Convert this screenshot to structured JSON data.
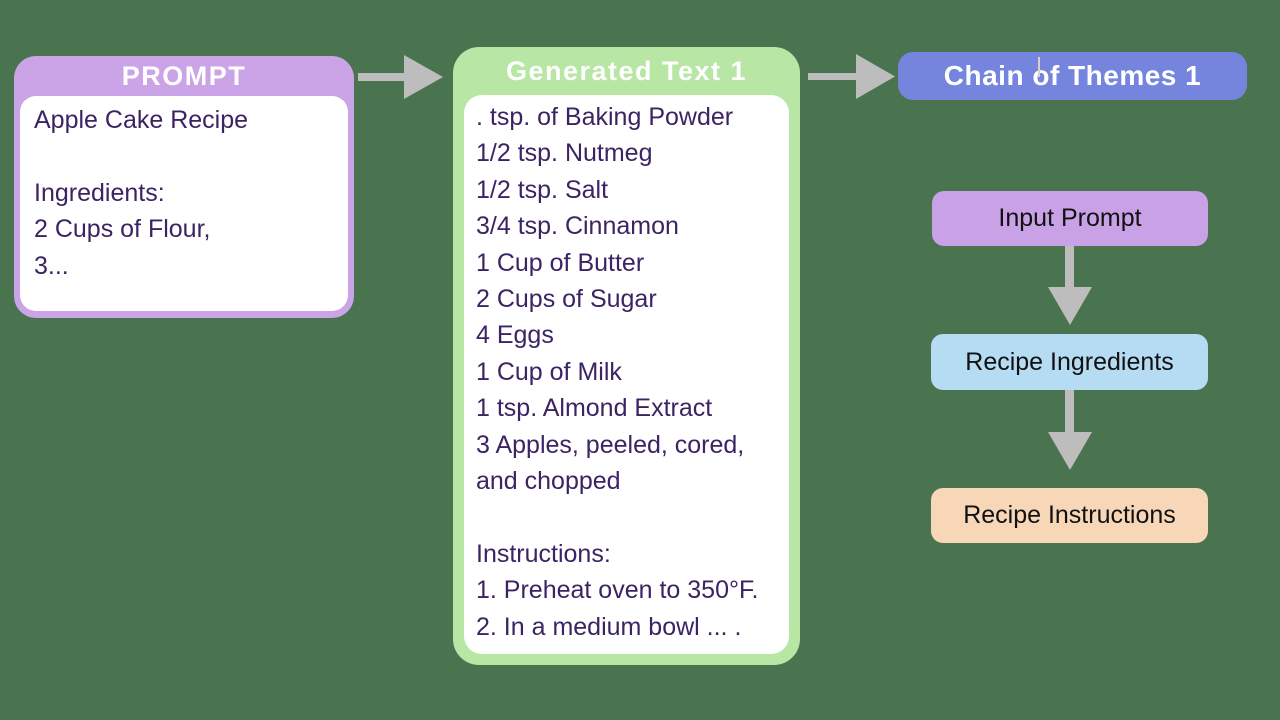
{
  "diagram": {
    "prompt_box": {
      "title": "PROMPT",
      "body_lines": [
        "Apple Cake Recipe",
        "",
        "Ingredients:",
        "2 Cups of Flour,",
        "3..."
      ]
    },
    "generated_box": {
      "title": "Generated Text 1",
      "body_lines": [
        ". tsp. of Baking Powder",
        "1/2 tsp. Nutmeg",
        "1/2 tsp. Salt",
        "3/4 tsp. Cinnamon",
        "1 Cup of Butter",
        "2 Cups of Sugar",
        "4 Eggs",
        "1 Cup of Milk",
        "1 tsp. Almond Extract",
        "3 Apples, peeled, cored,",
        "and chopped",
        "",
        "Instructions:",
        "1. Preheat oven to 350°F.",
        "2. In a medium bowl ... ."
      ]
    },
    "chain_box": {
      "label": "Chain of Themes 1"
    },
    "flow_steps": [
      {
        "label": "Input Prompt",
        "fill": "#c9a1e7"
      },
      {
        "label": "Recipe Ingredients",
        "fill": "#b6dcf4"
      },
      {
        "label": "Recipe Instructions",
        "fill": "#f7d7b7"
      }
    ],
    "colors": {
      "background": "#4a7350",
      "prompt_fill": "#cba4e8",
      "generated_fill": "#b7e6a5",
      "chain_fill": "#7585de",
      "arrow": "#bdbdbd",
      "header_text": "#ffffff",
      "body_text": "#3c2363",
      "label_text": "#111111"
    }
  }
}
